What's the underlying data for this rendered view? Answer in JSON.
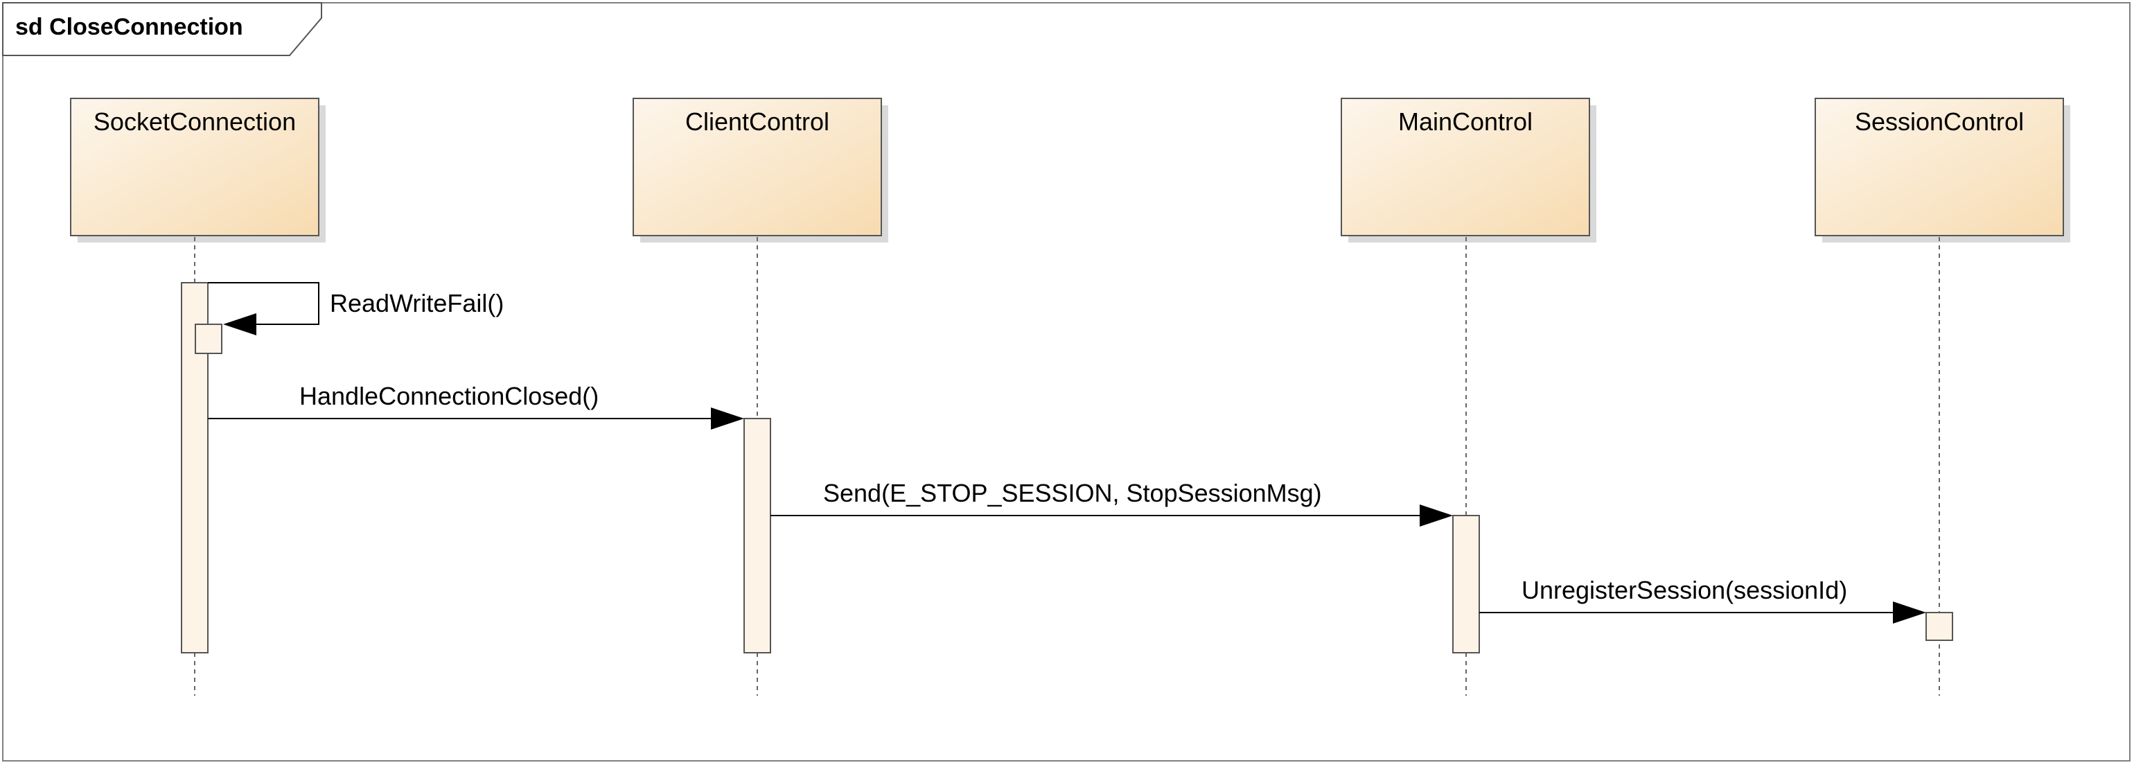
{
  "frame": {
    "title": "sd CloseConnection"
  },
  "lifelines": [
    {
      "name": "SocketConnection"
    },
    {
      "name": "ClientControl"
    },
    {
      "name": "MainControl"
    },
    {
      "name": "SessionControl"
    }
  ],
  "messages": [
    {
      "label": "ReadWriteFail()",
      "from": "SocketConnection",
      "to": "SocketConnection"
    },
    {
      "label": "HandleConnectionClosed()",
      "from": "SocketConnection",
      "to": "ClientControl"
    },
    {
      "label": "Send(E_STOP_SESSION, StopSessionMsg)",
      "from": "ClientControl",
      "to": "MainControl"
    },
    {
      "label": "UnregisterSession(sessionId)",
      "from": "MainControl",
      "to": "SessionControl"
    }
  ],
  "colors": {
    "box_light": "#fdf6ec",
    "box_dark": "#f7dbb0",
    "shadow": "#d9d9d9",
    "activation_fill": "#fdf3e6",
    "line": "#000000",
    "lifeline_dash": "#666666",
    "frame_border": "#808080"
  }
}
